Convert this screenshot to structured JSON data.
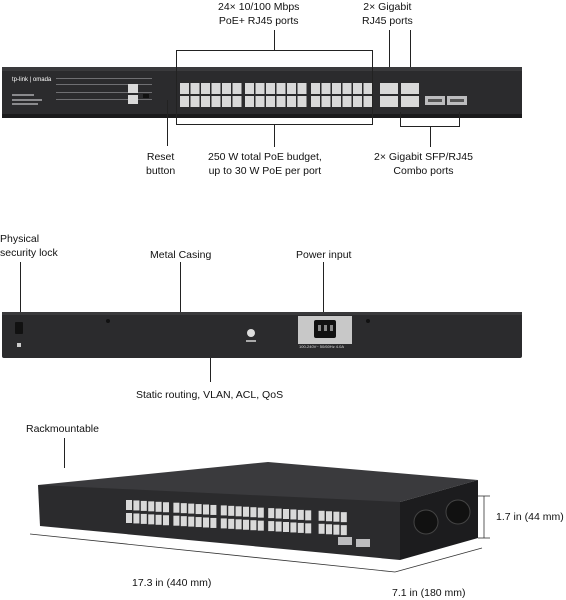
{
  "front": {
    "brand": "tp-link | omada",
    "callout_ports_10_100": "24× 10/100 Mbps\nPoE+ RJ45 ports",
    "callout_gigabit": "2× Gigabit\nRJ45 ports",
    "callout_reset": "Reset\nbutton",
    "callout_poe_budget": "250 W total PoE budget,\nup to 30 W PoE per port",
    "callout_combo": "2× Gigabit SFP/RJ45\nCombo ports"
  },
  "rear": {
    "callout_lock": "Physical\nsecurity lock",
    "callout_casing": "Metal Casing",
    "callout_power": "Power input",
    "callout_features": "Static routing, VLAN, ACL, QoS",
    "power_rating": "100-240V~ 50/60Hz 4.0A"
  },
  "angled": {
    "callout_rack": "Rackmountable",
    "dim_height": "1.7 in (44 mm)",
    "dim_width": "17.3 in (440 mm)",
    "dim_depth": "7.1 in (180 mm)"
  },
  "colors": {
    "chassis": "#2b2b2d",
    "chassis_dark": "#1c1c1e",
    "port": "#d9d9d9"
  }
}
